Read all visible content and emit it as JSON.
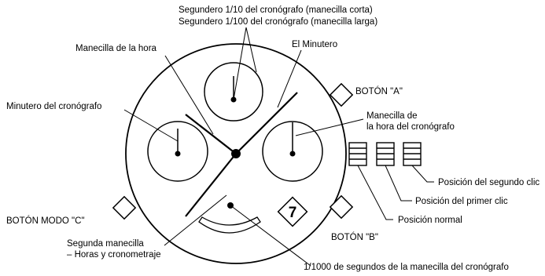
{
  "labels": {
    "seg_tenth": "Segundero 1/10 del cronógrafo (manecilla corta)",
    "seg_hundredth": "Segundero 1/100 del cronógrafo (manecilla larga)",
    "hour_hand": "Manecilla de la hora",
    "minute_hand": "El Minutero",
    "button_a": "BOTÓN \"A\"",
    "chrono_minute": "Minutero del cronógrafo",
    "chrono_hour_line1": "Manecilla de",
    "chrono_hour_line2": "la hora del cronógrafo",
    "second_click": "Posición del segundo clic",
    "first_click": "Posición del primer clic",
    "normal_position": "Posición normal",
    "button_mode_c": "BOTÓN MODO \"C\"",
    "button_b": "BOTÓN \"B\"",
    "second_hand_line1": "Segunda manecilla",
    "second_hand_line2": "– Horas y cronometraje",
    "thousandth": "1/1000 de segundos de la manecilla del cronógrafo"
  },
  "date_window": "7"
}
